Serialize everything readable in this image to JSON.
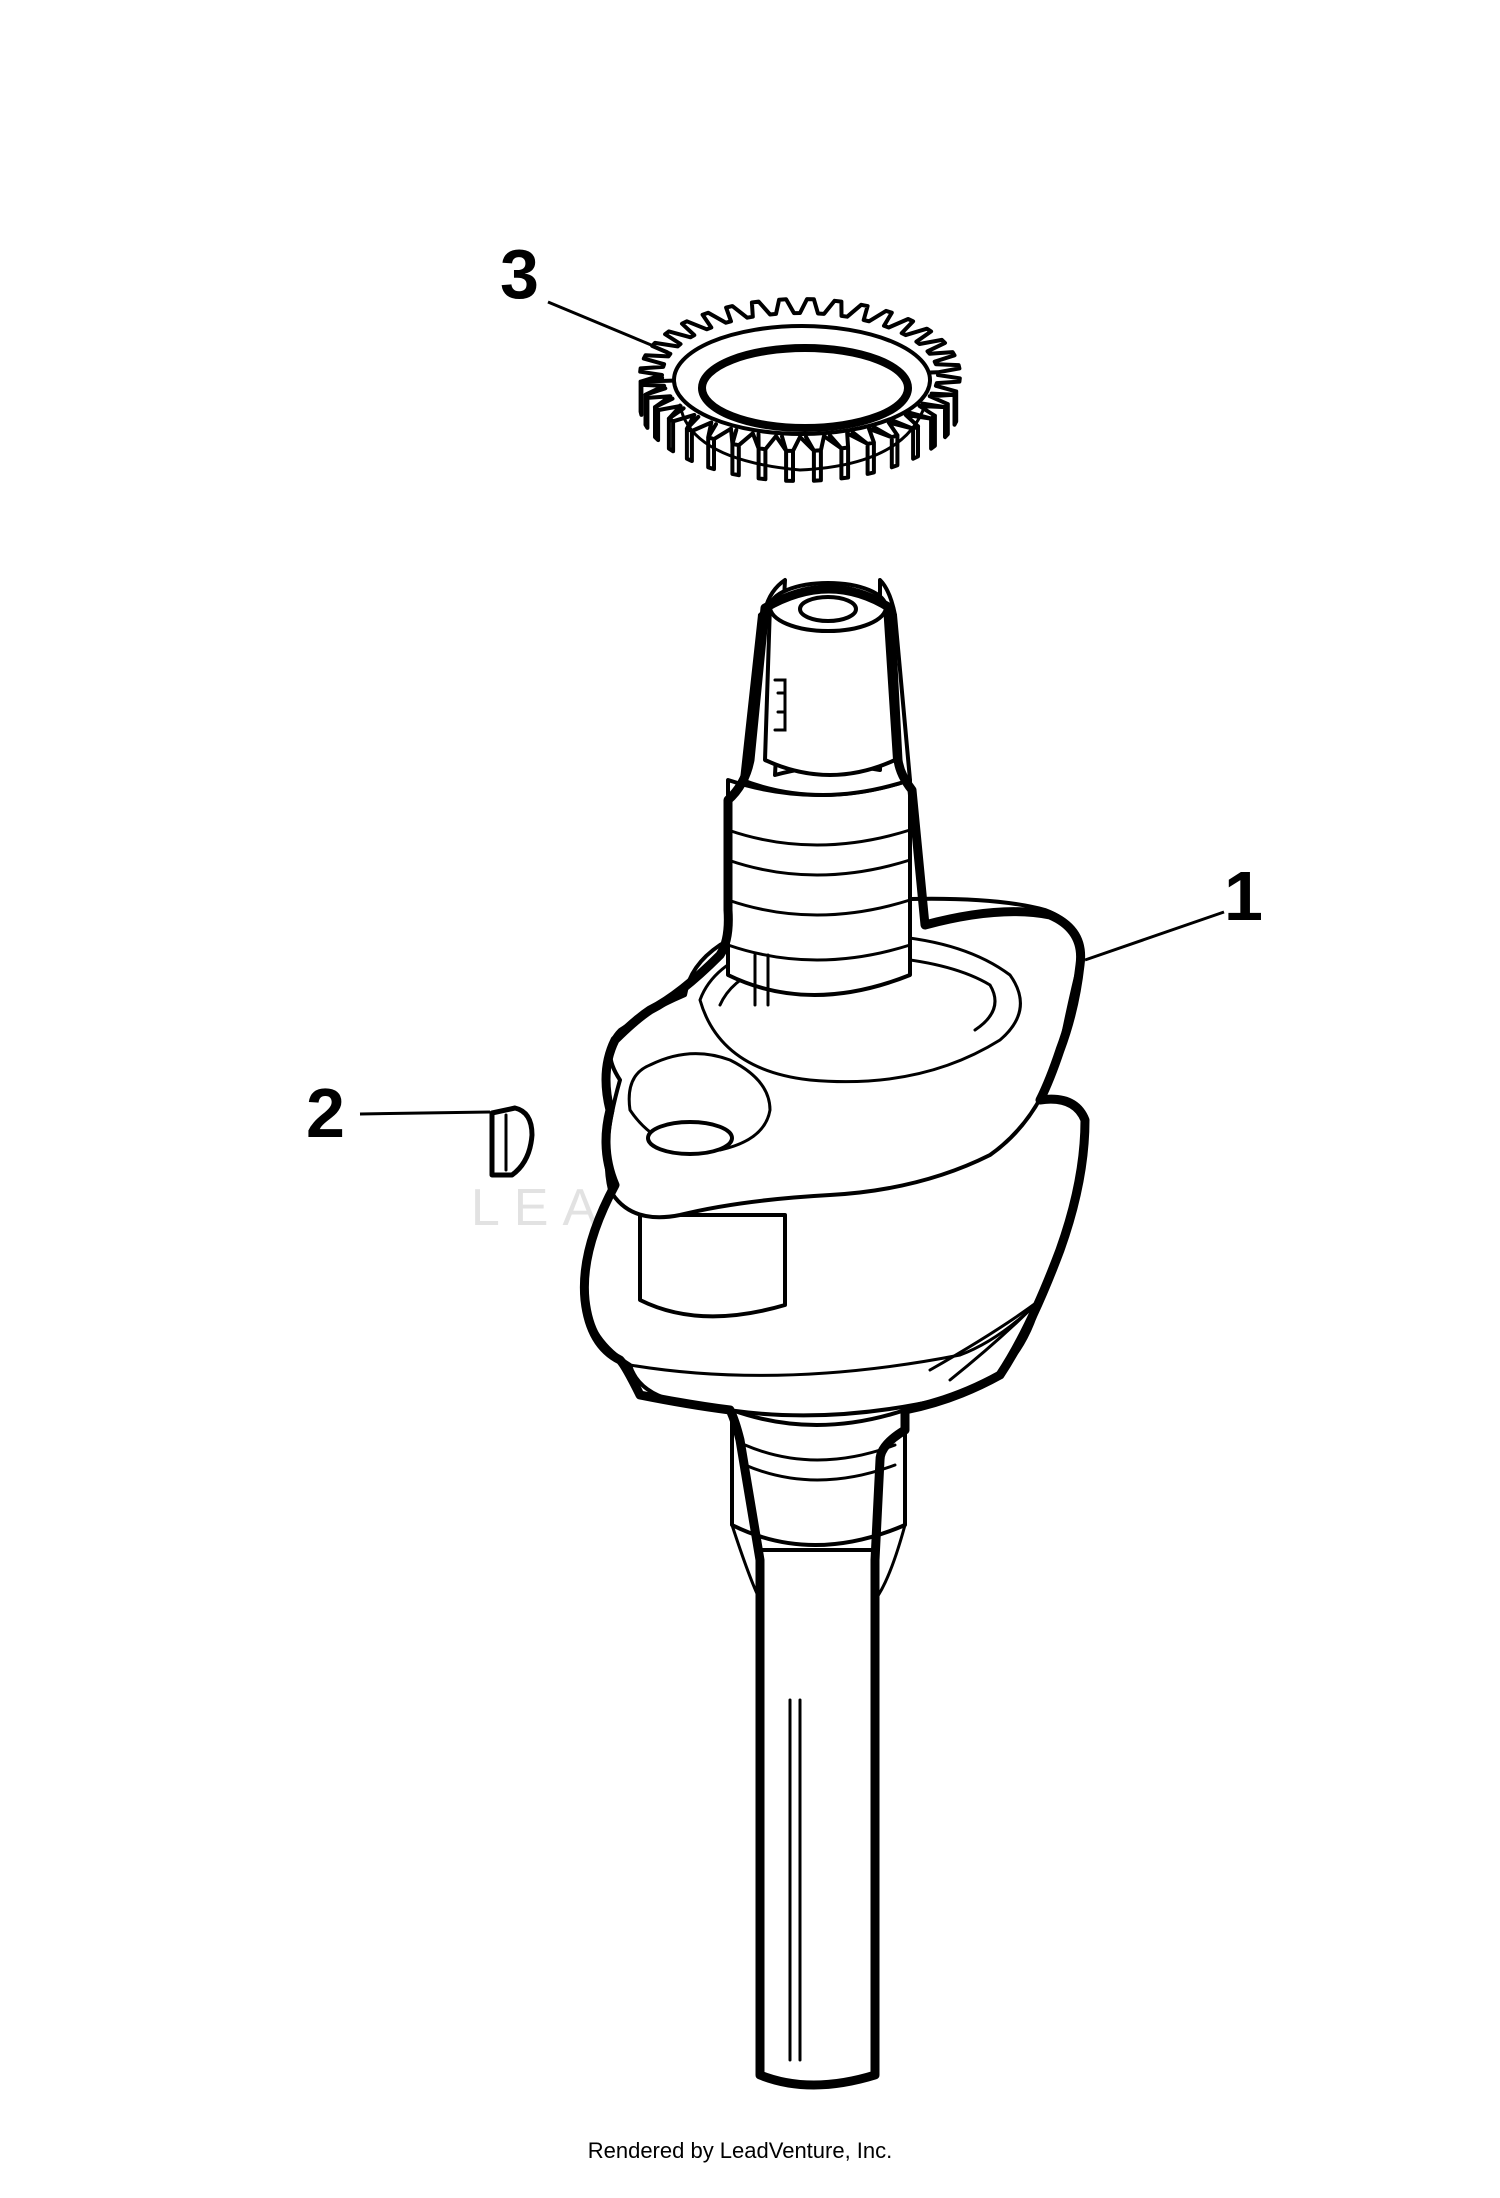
{
  "callouts": [
    {
      "number": "1",
      "part": "crankshaft"
    },
    {
      "number": "2",
      "part": "key"
    },
    {
      "number": "3",
      "part": "gear"
    }
  ],
  "watermark_text": "LEADVENTURE",
  "credit_text": "Rendered by LeadVenture, Inc."
}
